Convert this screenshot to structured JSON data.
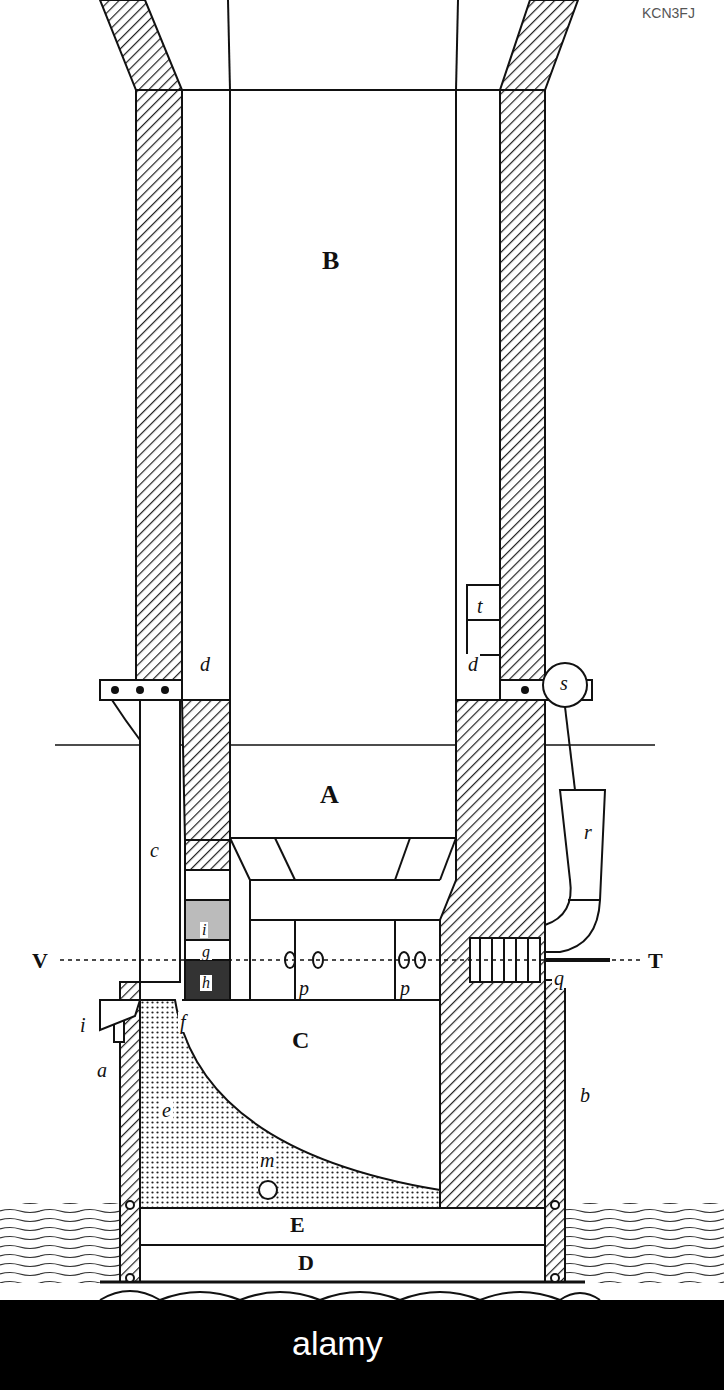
{
  "diagram": {
    "labels": [
      "KCN3FJ",
      "B",
      "t",
      "A",
      "d",
      "d",
      "s",
      "r",
      "c",
      "i",
      "g",
      "h",
      "i",
      "f",
      "V",
      "p",
      "p",
      "q",
      "T",
      "C",
      "a",
      "e",
      "m",
      "b",
      "E",
      "D",
      "alamy"
    ]
  }
}
